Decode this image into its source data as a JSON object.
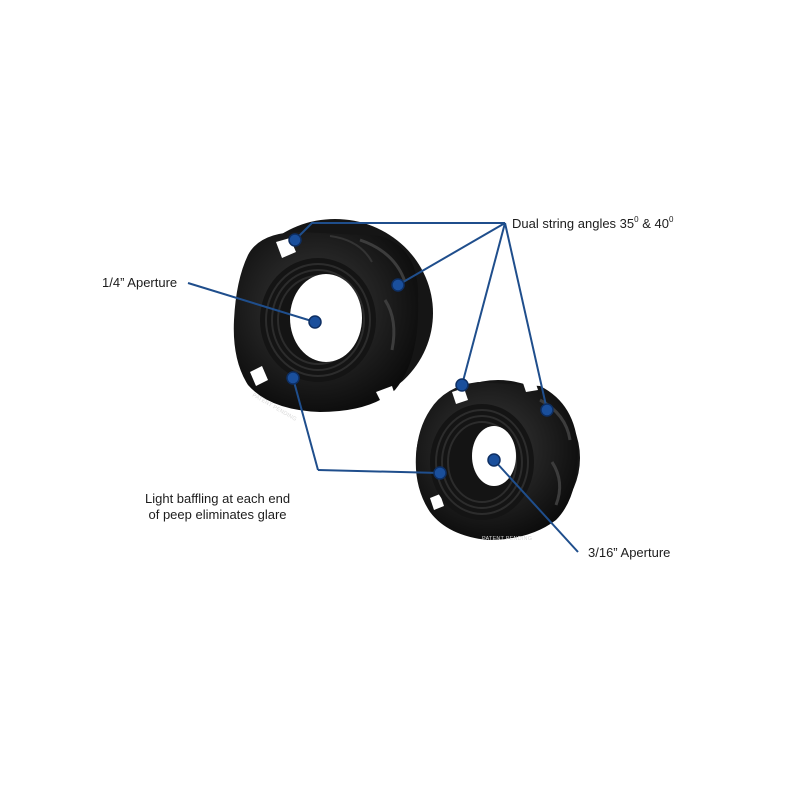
{
  "callouts": {
    "dual_string_angles": {
      "text": "Dual string angles 35",
      "deg1": "0",
      "mid": " & 40",
      "deg2": "0"
    },
    "large_aperture": "1/4” Aperture",
    "small_aperture": "3/16” Aperture",
    "light_baffling_line1": "Light baffling at each end",
    "light_baffling_line2": "of peep eliminates glare"
  },
  "peeps": {
    "large_patent": "PATENT PENDING",
    "small_patent": "PATENT PENDING"
  },
  "colors": {
    "leader_line": "#1f4e8c",
    "marker_dot": "#1a4f9c",
    "peep_body": "#1a1a1a",
    "label_text": "#1c1c1c"
  }
}
